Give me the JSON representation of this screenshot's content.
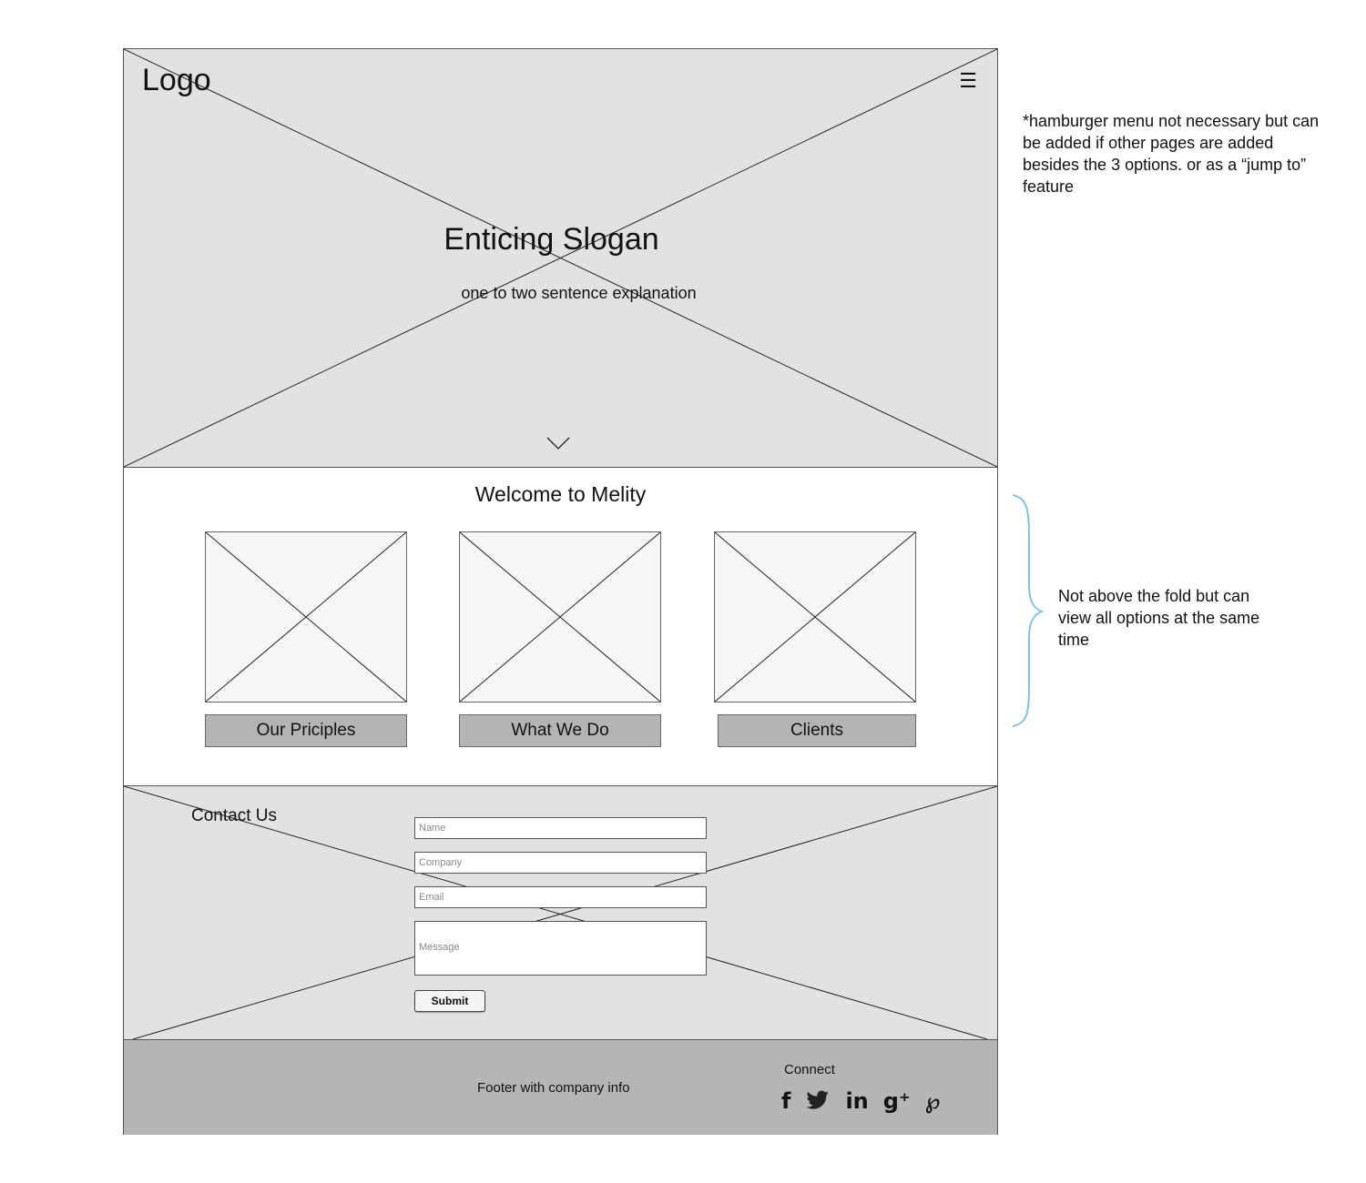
{
  "header": {
    "logo": "Logo",
    "menu_icon": "hamburger-icon"
  },
  "hero": {
    "slogan": "Enticing Slogan",
    "explanation": "one to two sentence explanation",
    "scroll_icon": "chevron-down-icon"
  },
  "welcome": {
    "title": "Welcome to Melity",
    "cards": [
      {
        "label": "Our Priciples"
      },
      {
        "label": "What We Do"
      },
      {
        "label": "Clients"
      }
    ]
  },
  "contact": {
    "title": "Contact Us",
    "fields": {
      "name": "Name",
      "company": "Company",
      "email": "Email",
      "message": "Message"
    },
    "submit": "Submit"
  },
  "footer": {
    "info": "Footer with company info",
    "connect": "Connect",
    "social": [
      "facebook-icon",
      "twitter-icon",
      "linkedin-icon",
      "google-plus-icon",
      "pinterest-icon"
    ]
  },
  "annotations": {
    "hamburger_note": "*hamburger menu not necessary but can be added if other pages are added besides the 3 options. or as a “jump to” feature",
    "fold_note": "Not above the fold but can view all options at the same time"
  },
  "colors": {
    "placeholder_fill": "#e2e2e2",
    "button_fill": "#b4b4b4",
    "footer_fill": "#b5b5b5",
    "brace": "#7fc3e3"
  }
}
